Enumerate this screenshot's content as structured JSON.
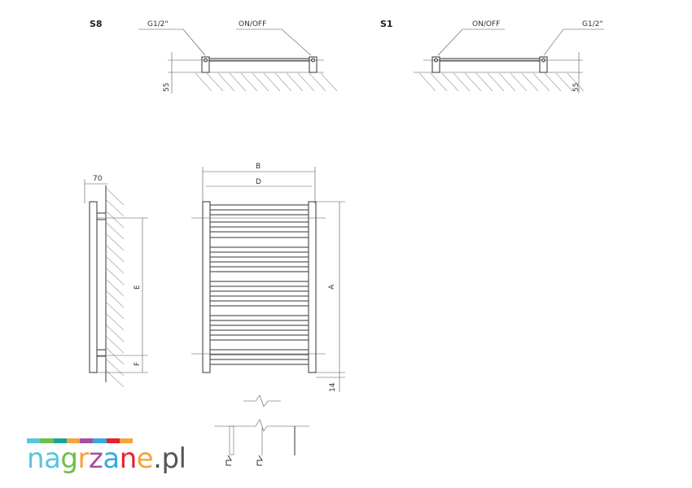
{
  "top_views": [
    {
      "label": "S8",
      "left_callout": "G1/2\"",
      "right_callout": "ON/OFF",
      "dimension": "55"
    },
    {
      "label": "S1",
      "left_callout": "ON/OFF",
      "right_callout": "G1/2\"",
      "dimension": "55"
    }
  ],
  "side_view": {
    "depth": "70",
    "e": "E",
    "f": "F"
  },
  "front_view": {
    "b": "B",
    "d": "D",
    "a": "A",
    "bottom": "14"
  },
  "logo": {
    "parts": [
      "n",
      "a",
      "g",
      "r",
      "z",
      "a",
      "n",
      "e",
      ".pl"
    ],
    "colors": [
      "#5bc4e0",
      "#5bc4e0",
      "#6cbf4a",
      "#f7a23b",
      "#a64ea0",
      "#36a9e1",
      "#e5232f",
      "#f7a23b",
      "#555555"
    ],
    "bar_colors": [
      "#5bc4e0",
      "#6cbf4a",
      "#14a69a",
      "#f7a23b",
      "#a64ea0",
      "#36a9e1",
      "#e5232f",
      "#f7a23b"
    ]
  }
}
